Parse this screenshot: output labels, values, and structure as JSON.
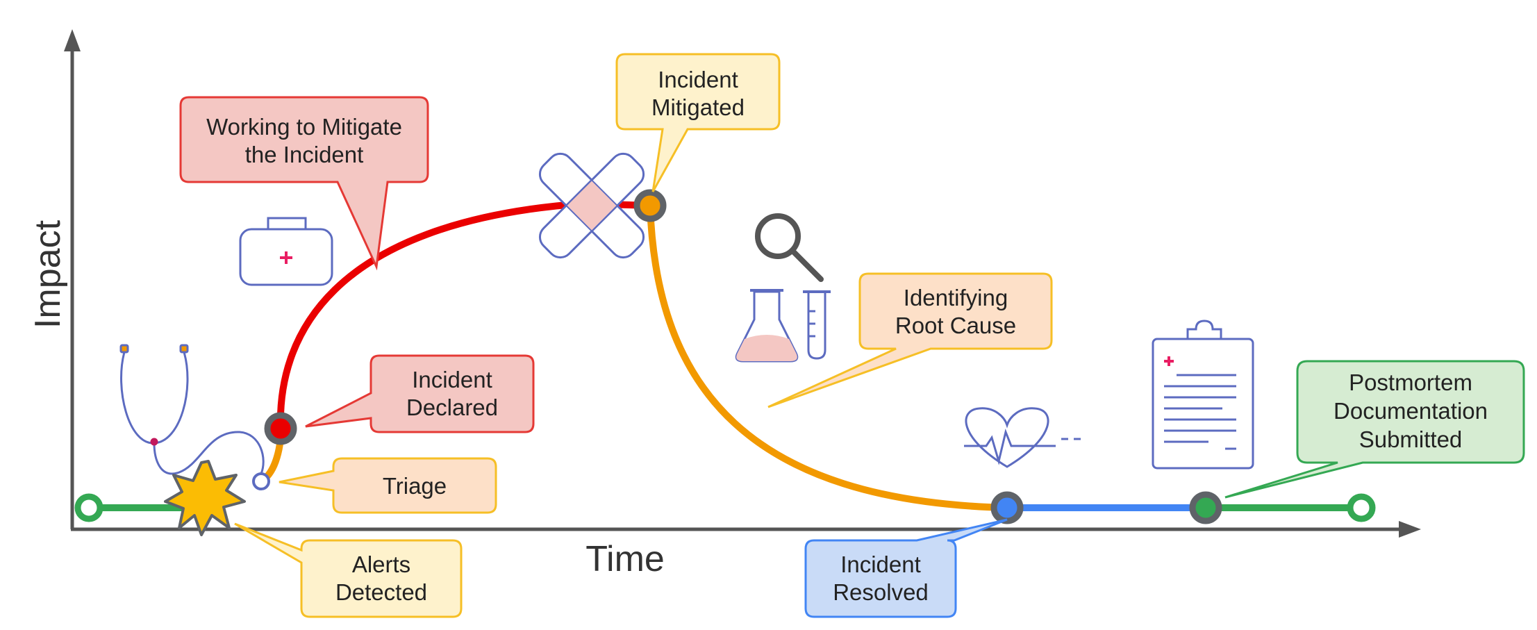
{
  "axes": {
    "y_label": "Impact",
    "x_label": "Time"
  },
  "callouts": {
    "working": {
      "line1": "Working to Mitigate",
      "line2": "the Incident"
    },
    "mitigated": {
      "line1": "Incident",
      "line2": "Mitigated"
    },
    "declared": {
      "line1": "Incident",
      "line2": "Declared"
    },
    "triage": {
      "line1": "Triage"
    },
    "alerts": {
      "line1": "Alerts",
      "line2": "Detected"
    },
    "root_cause": {
      "line1": "Identifying",
      "line2": "Root Cause"
    },
    "resolved": {
      "line1": "Incident",
      "line2": "Resolved"
    },
    "postmortem": {
      "line1": "Postmortem",
      "line2": "Documentation",
      "line3": "Submitted"
    }
  },
  "colors": {
    "green": "#34a853",
    "red": "#ea0000",
    "orange": "#f29900",
    "blue": "#4285f4",
    "yellow": "#fbbc04",
    "axis": "#555555",
    "node_ring": "#5f6368",
    "red_fill": "#f4c7c3",
    "red_stroke": "#e53935",
    "yellow_fill": "#fef2cc",
    "yellow_stroke": "#f6bf26",
    "peach_fill": "#fde0c8",
    "blue_fill": "#c9dbf7",
    "blue_stroke": "#4285f4",
    "green_fill": "#d6ecd2",
    "green_stroke": "#34a853",
    "icon_line": "#5c6bc0"
  },
  "icons": [
    "stethoscope-icon",
    "explosion-icon",
    "first-aid-kit-icon",
    "bandage-icon",
    "magnifier-icon",
    "flask-icon",
    "test-tube-icon",
    "heart-monitor-icon",
    "clipboard-icon"
  ]
}
